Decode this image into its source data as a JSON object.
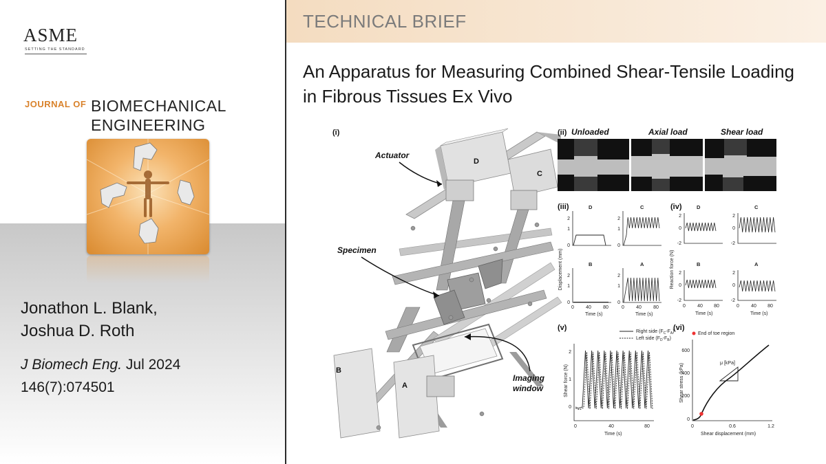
{
  "publisher": {
    "logo_text": "ASME",
    "tagline": "SETTING THE STANDARD"
  },
  "journal": {
    "prefix": "JOURNAL OF",
    "name_line1": "BIOMECHANICAL",
    "name_line2": "ENGINEERING"
  },
  "authors": [
    "Jonathon L. Blank,",
    "Joshua D. Roth"
  ],
  "citation": {
    "journal_abbrev": "J Biomech Eng.",
    "date": " Jul 2024",
    "volume_issue": "146(7):074501"
  },
  "banner": {
    "label": "TECHNICAL BRIEF"
  },
  "article": {
    "title": "An Apparatus for Measuring Combined Shear-Tensile Loading in Fibrous Tissues Ex Vivo"
  },
  "figure": {
    "panel_labels": {
      "i": "(i)",
      "ii": "(ii)",
      "iii": "(iii)",
      "iv": "(iv)",
      "v": "(v)",
      "vi": "(vi)"
    },
    "apparatus_labels": {
      "actuator": "Actuator",
      "specimen": "Specimen",
      "imaging_line1": "Imaging",
      "imaging_line2": "window",
      "D": "D",
      "C": "C",
      "B": "B",
      "A": "A"
    },
    "photo_labels": {
      "unloaded": "Unloaded",
      "axial": "Axial load",
      "shear": "Shear load"
    },
    "iii": {
      "ylabel": "Displacement (mm)",
      "xlabel": "Time (s)",
      "subplots": [
        "D",
        "C",
        "B",
        "A"
      ],
      "yticks": [
        "2",
        "1",
        "0",
        "2",
        "1",
        "0"
      ],
      "xticks": [
        "0",
        "40",
        "80"
      ]
    },
    "iv": {
      "ylabel": "Reaction force (N)",
      "xlabel": "Time (s)",
      "subplots": [
        "D",
        "C",
        "B",
        "A"
      ],
      "yticks": [
        "2",
        "0",
        "-2",
        "2",
        "0",
        "-2"
      ],
      "xticks": [
        "0",
        "40",
        "80"
      ]
    },
    "v": {
      "ylabel": "Shear force (N)",
      "xlabel": "Time (s)",
      "yticks": [
        "2",
        "1",
        "0"
      ],
      "xticks": [
        "0",
        "40",
        "80"
      ],
      "legend_right": "Right side (F",
      "legend_right_sub": "C",
      "legend_right_mid": "-F",
      "legend_right_sub2": "A",
      "legend_right_end": ")",
      "legend_left": "Left side (F",
      "legend_left_sub": "D",
      "legend_left_mid": "-F",
      "legend_left_sub2": "B",
      "legend_left_end": ")"
    },
    "vi": {
      "ylabel": "Shear stress (kPa)",
      "xlabel": "Shear displacement (mm)",
      "yticks": [
        "600",
        "400",
        "200",
        "0"
      ],
      "xticks": [
        "0",
        "0.6",
        "1.2"
      ],
      "legend": "End of toe region",
      "annotation": "μ [kPa]"
    }
  }
}
